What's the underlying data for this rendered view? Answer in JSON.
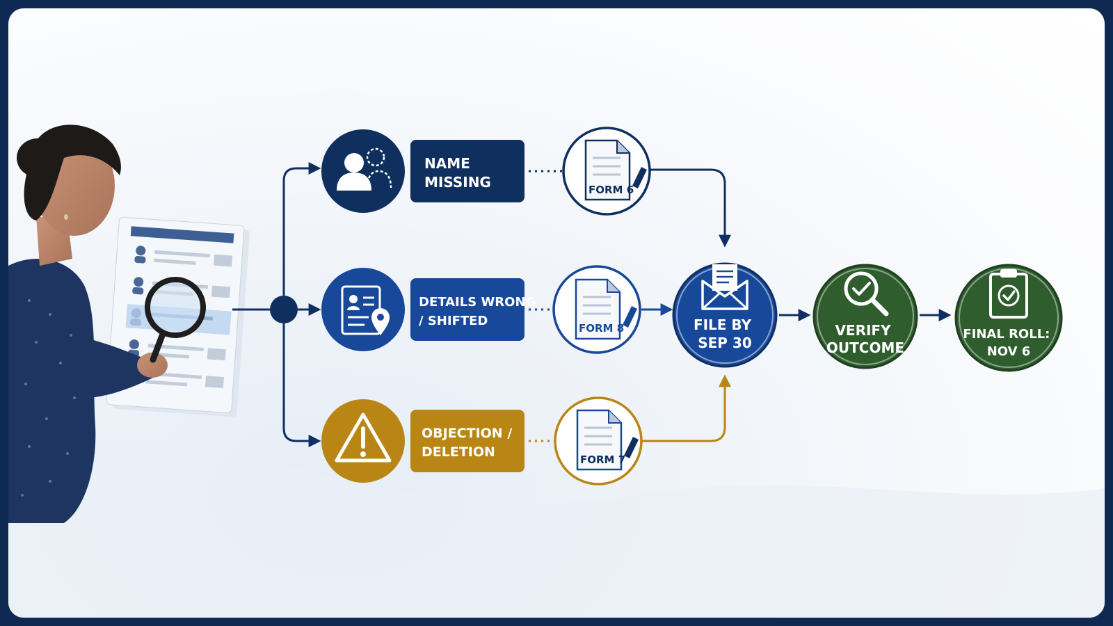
{
  "colors": {
    "navy": "#0f2f5e",
    "blue": "#17489a",
    "gold": "#b98514",
    "green": "#2f5d2e",
    "frame": "#0e2a52"
  },
  "branches": [
    {
      "label_lines": [
        "NAME",
        "MISSING"
      ],
      "icon": "person-missing-icon",
      "form": "FORM 6",
      "color": "#0f2f5e"
    },
    {
      "label_lines": [
        "DETAILS WRONG",
        "/ SHIFTED"
      ],
      "icon": "id-card-location-icon",
      "form": "FORM 8",
      "color": "#17489a"
    },
    {
      "label_lines": [
        "OBJECTION /",
        "DELETION"
      ],
      "icon": "warning-icon",
      "form": "FORM 7",
      "color": "#b98514"
    }
  ],
  "steps": [
    {
      "label_lines": [
        "FILE BY",
        "SEP 30"
      ],
      "icon": "envelope-icon",
      "color": "#17489a"
    },
    {
      "label_lines": [
        "VERIFY",
        "OUTCOME"
      ],
      "icon": "magnifier-check-icon",
      "color": "#2f5d2e"
    },
    {
      "label_lines": [
        "FINAL ROLL:",
        "NOV 6"
      ],
      "icon": "clipboard-check-icon",
      "color": "#2f5d2e"
    }
  ]
}
